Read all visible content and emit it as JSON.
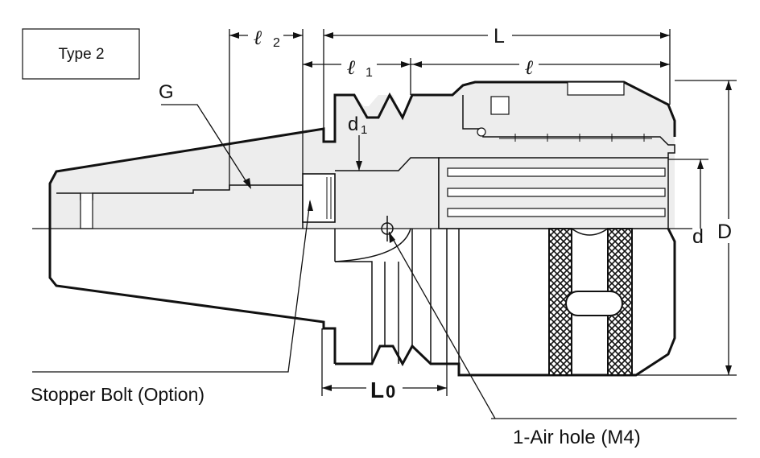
{
  "type_box": {
    "label": "Type 2"
  },
  "dimensions": {
    "L": "L",
    "l": "ℓ",
    "l1": "ℓ",
    "l1_sub": "1",
    "l2": "ℓ",
    "l2_sub": "2",
    "d1": "d",
    "d1_sub": "1",
    "d": "d",
    "D": "D",
    "L0": "L",
    "L0_sub": "0"
  },
  "callouts": {
    "G": "G",
    "stopper_bolt": "Stopper Bolt (Option)",
    "air_hole": "1-Air hole (M4)"
  },
  "colors": {
    "line": "#111111",
    "shade": "#ededed",
    "knurl": "#111111"
  }
}
